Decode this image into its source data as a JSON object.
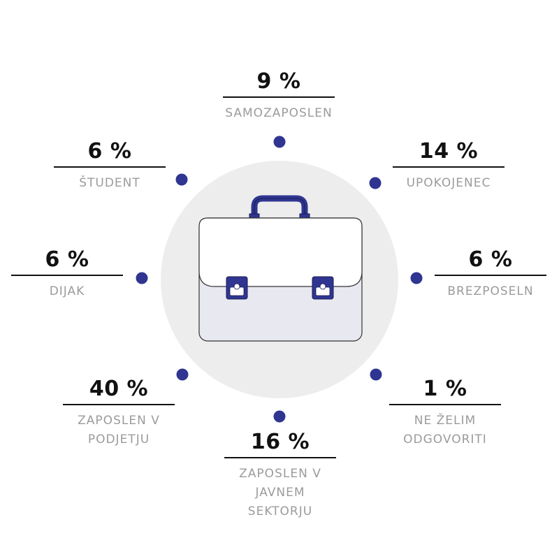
{
  "chart_data": {
    "type": "pie",
    "unit": "%",
    "categories": [
      "SAMOZAPOSLEN",
      "UPOKOJENEC",
      "BREZPOSELN",
      "NE ŽELIM\nODGOVORITI",
      "ZAPOSLEN V JAVNEM\nSEKTORJU",
      "ZAPOSLEN V\nPODJETJU",
      "DIJAK",
      "ŠTUDENT"
    ],
    "values": [
      9,
      14,
      6,
      1,
      16,
      40,
      6,
      6
    ],
    "value_labels": [
      "9 %",
      "14 %",
      "6 %",
      "1 %",
      "16 %",
      "40 %",
      "6 %",
      "6 %"
    ]
  },
  "colors": {
    "accent": "#2f3590",
    "circle_bg": "#ededed",
    "case_top": "#ffffff",
    "case_bottom": "#e8e8f0",
    "outline": "#333333",
    "category_text": "#9b9b9b",
    "value_text": "#111111"
  },
  "icons": {
    "center": "briefcase-icon",
    "marker": "dot-icon"
  }
}
